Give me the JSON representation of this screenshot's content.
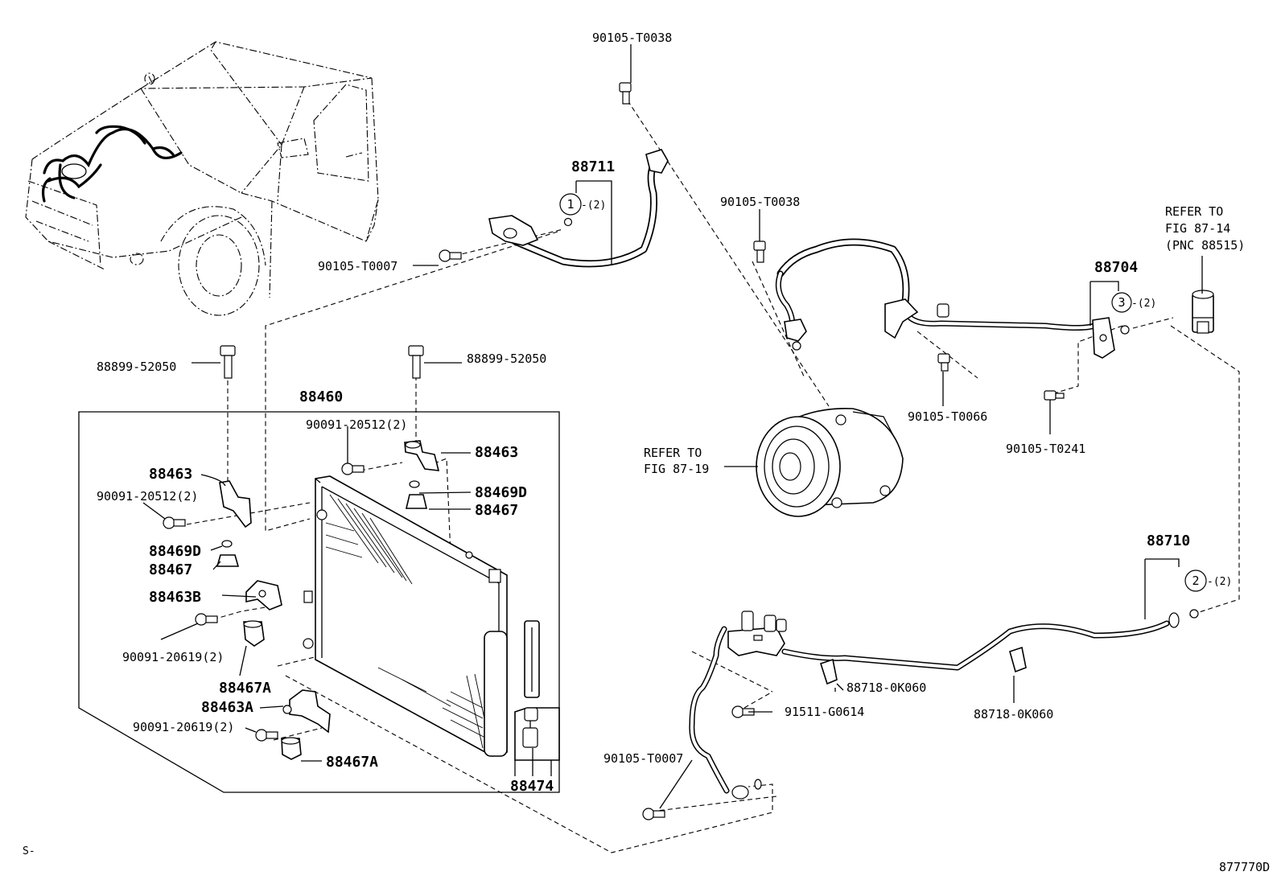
{
  "labels": {
    "bolt_top": "90105-T0038",
    "discharge_hose": "88711",
    "o_ring_1_qty": "-(2)",
    "bolt_hose_left": "90105-T0007",
    "bolt_mid": "90105-T0038",
    "refer_valve_1": "REFER TO",
    "refer_valve_2": "FIG 87-14",
    "refer_valve_3": "(PNC 88515)",
    "suction_tube": "88704",
    "o_ring_3_qty": "-(2)",
    "bracket_bolt_left": "88899-52050",
    "bracket_bolt_right": "88899-52050",
    "condenser_assy": "88460",
    "bolt_cond_top": "90091-20512(2)",
    "bracket_right": "88463",
    "bracket_left": "88463",
    "bolt_cond_left": "90091-20512(2)",
    "washer_right": "88469D",
    "cushion_right": "88467",
    "washer_left": "88469D",
    "cushion_left": "88467",
    "bracket_b": "88463B",
    "bolt_lower_1": "90091-20619(2)",
    "cushion_a_1": "88467A",
    "bracket_a": "88463A",
    "bolt_lower_2": "90091-20619(2)",
    "cushion_a_2": "88467A",
    "receiver": "88474",
    "bolt_compressor": "90105-T0066",
    "bolt_tube": "90105-T0241",
    "refer_comp_1": "REFER TO",
    "refer_comp_2": "FIG 87-19",
    "liquid_tube": "88710",
    "o_ring_2_qty": "-(2)",
    "clamp_1": "88718-0K060",
    "bolt_bracket": "91511-G0614",
    "clamp_2": "88718-0K060",
    "bolt_liquid": "90105-T0007",
    "corner_mark": "S-",
    "figure_id": "877770D"
  },
  "callouts": {
    "one": "1",
    "two": "2",
    "three": "3"
  }
}
